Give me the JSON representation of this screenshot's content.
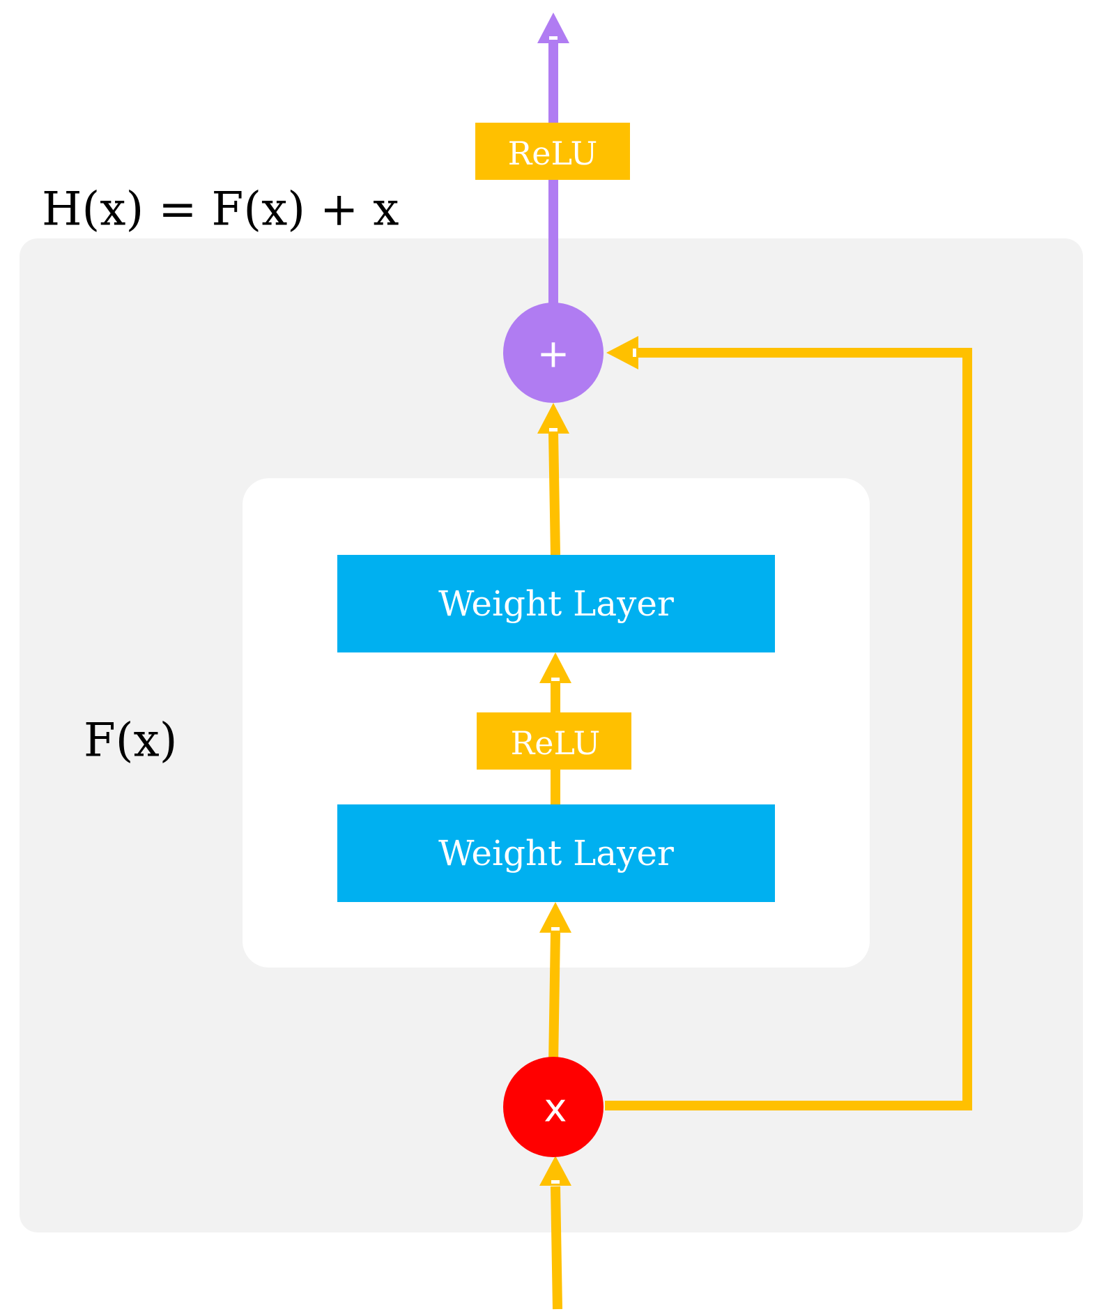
{
  "diagram": {
    "equation": "H(x) = F(x) + x",
    "residual_label": "F(x)",
    "top_activation": "ReLU",
    "add_node": "+",
    "input_node": "x",
    "layers": [
      {
        "label": "Weight Layer"
      },
      {
        "label": "ReLU"
      },
      {
        "label": "Weight Layer"
      }
    ]
  },
  "colors": {
    "outer_panel": "#f2f2f2",
    "inner_panel": "#ffffff",
    "weight_layer": "#00b0f0",
    "relu": "#ffc000",
    "flow_arrow": "#ffc000",
    "add_node": "#b07cf2",
    "output_arrow": "#b07cf2",
    "input_node": "#ff0000"
  }
}
